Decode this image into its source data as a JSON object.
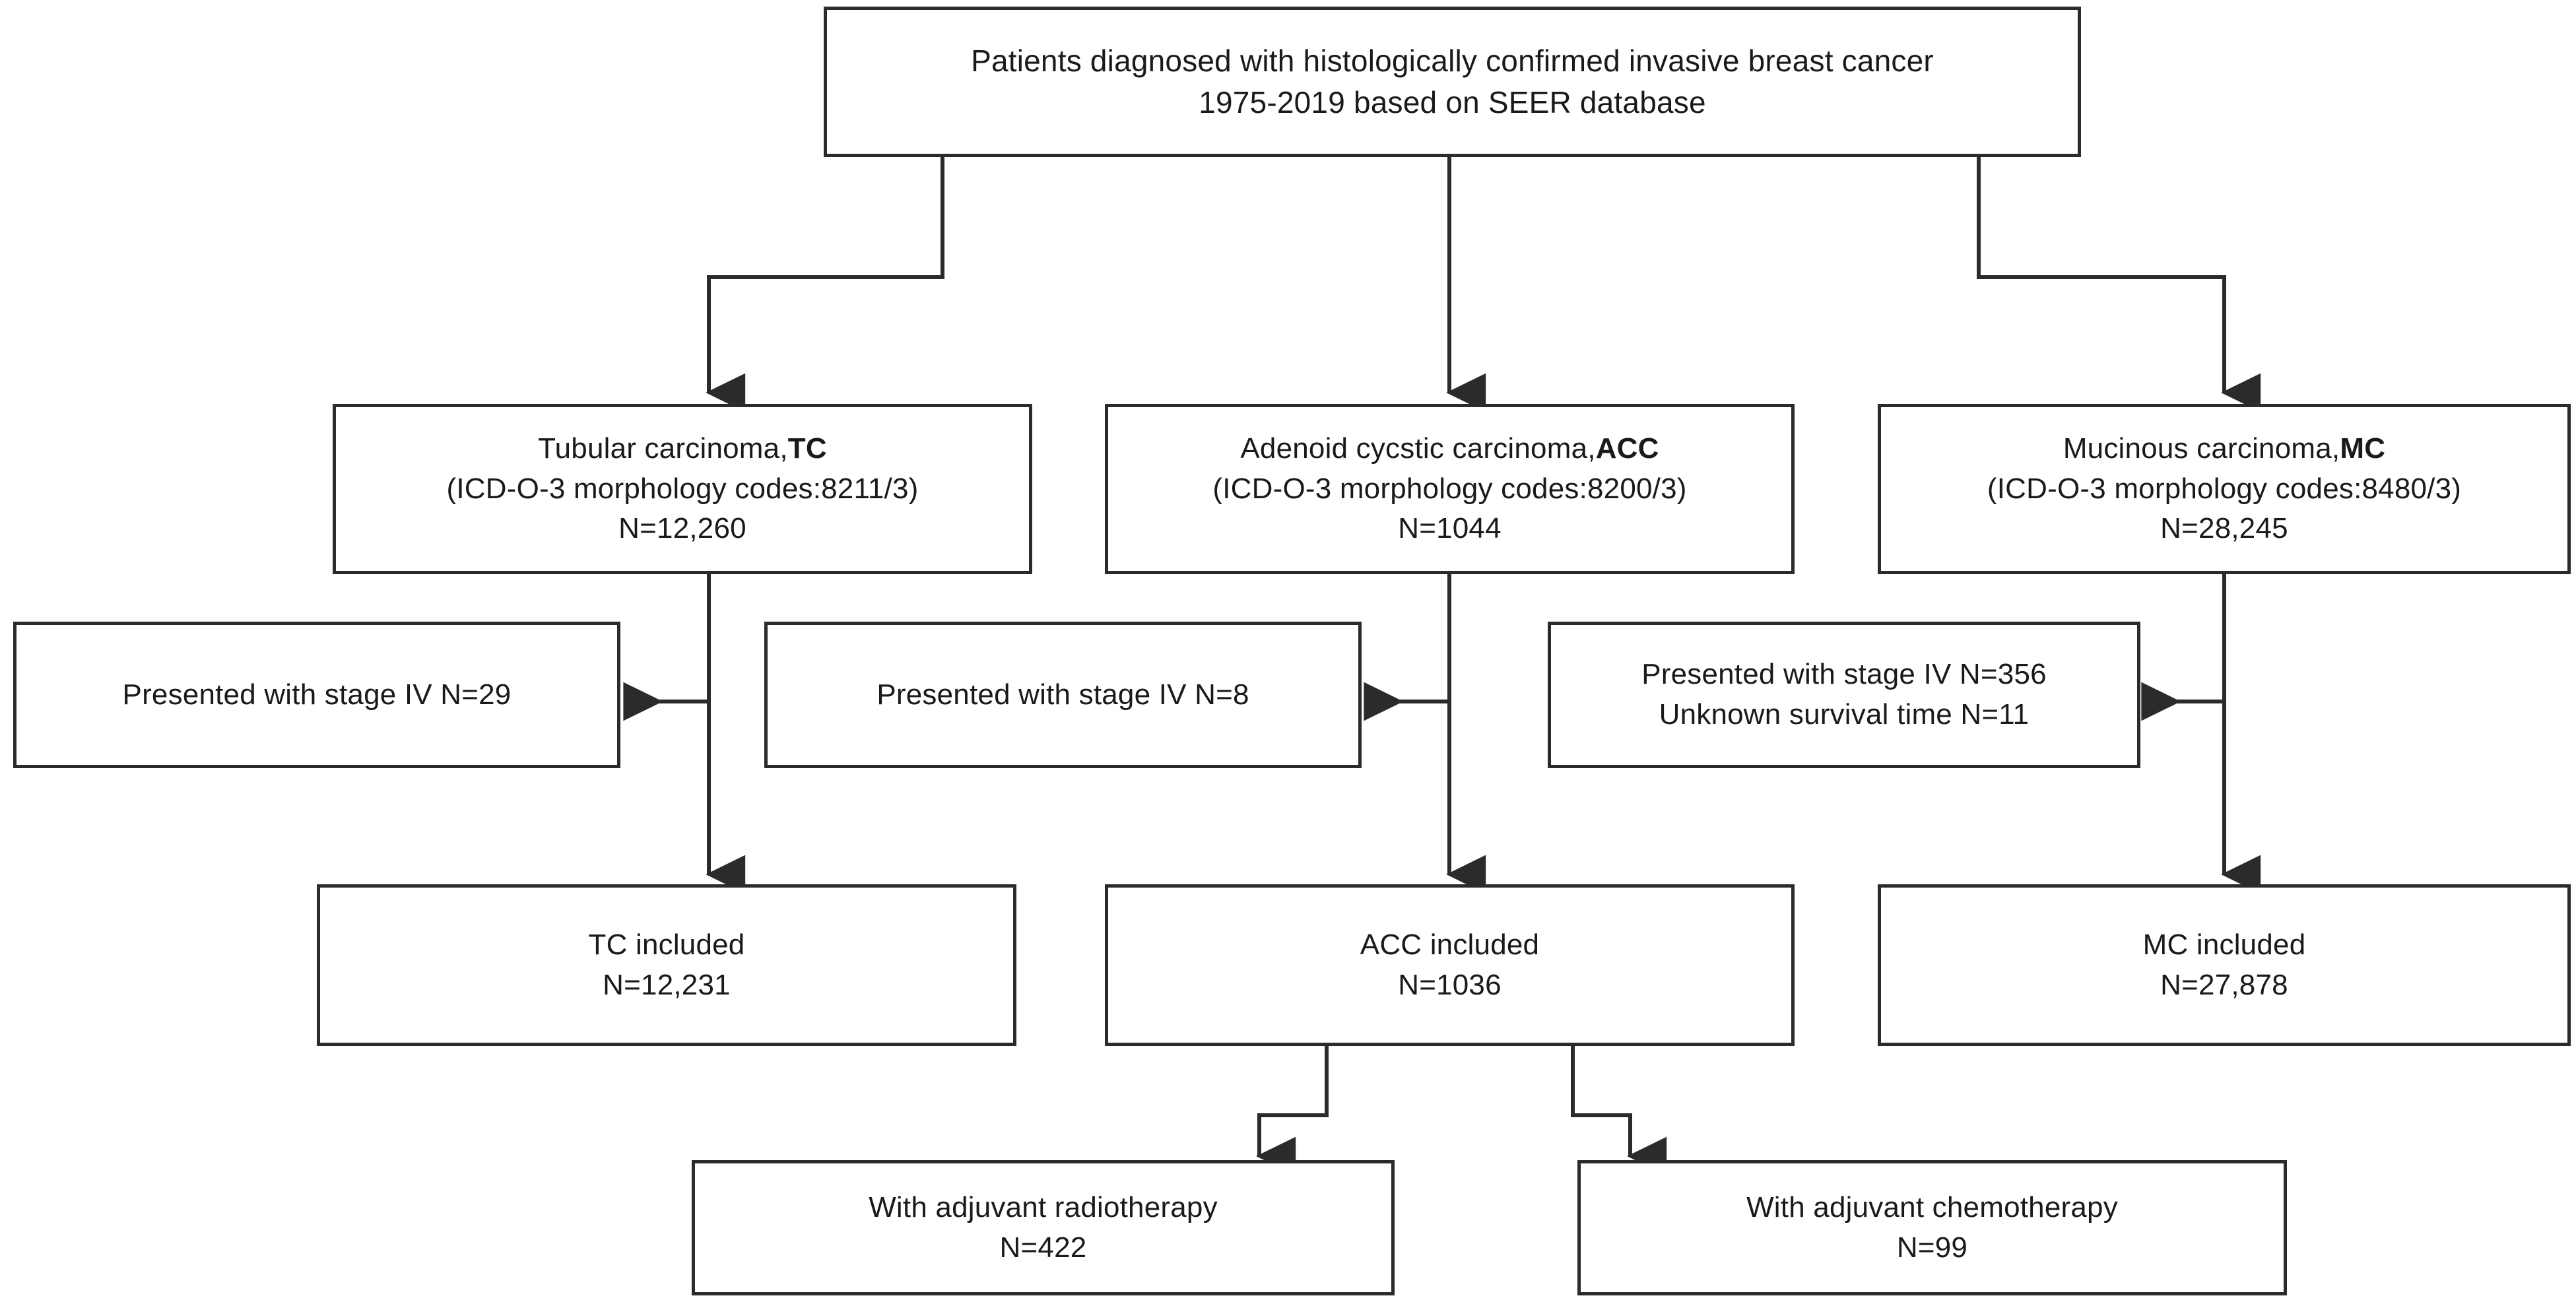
{
  "figure": {
    "type": "flowchart",
    "orientation": "top-down",
    "background_color": "#ffffff",
    "line_color": "#2b2b2b",
    "text_color": "#1a1a1a"
  },
  "nodes": {
    "source_cohort": {
      "id": "source-cohort",
      "line1": "Patients diagnosed with histologically confirmed invasive breast cancer",
      "line2": "1975-2019 based on SEER database"
    },
    "tc_group": {
      "id": "tubular-carcinoma-group",
      "name_plain": "Tubular carcinoma,",
      "abbrev": "TC",
      "codes": "(ICD-O-3 morphology codes:8211/3)",
      "count": "N=12,260"
    },
    "acc_group": {
      "id": "adenoid-cystic-carcinoma-group",
      "name_plain": "Adenoid cycstic carcinoma,",
      "abbrev": "ACC",
      "codes": "(ICD-O-3 morphology codes:8200/3)",
      "count": "N=1044"
    },
    "mc_group": {
      "id": "mucinous-carcinoma-group",
      "name_plain": "Mucinous carcinoma,",
      "abbrev": "MC",
      "codes": "(ICD-O-3 morphology codes:8480/3)",
      "count": "N=28,245"
    },
    "tc_excluded": {
      "id": "tc-exclusion",
      "line1": "Presented with stage IV N=29"
    },
    "acc_excluded": {
      "id": "acc-exclusion",
      "line1": "Presented with stage IV N=8"
    },
    "mc_excluded": {
      "id": "mc-exclusion",
      "line1": "Presented with stage IV N=356",
      "line2": "Unknown survival time N=11"
    },
    "tc_included": {
      "id": "tc-included",
      "label": "TC included",
      "count": "N=12,231"
    },
    "acc_included": {
      "id": "acc-included",
      "label": "ACC included",
      "count": "N=1036"
    },
    "mc_included": {
      "id": "mc-included",
      "label": "MC included",
      "count": "N=27,878"
    },
    "radiotherapy": {
      "id": "adjuvant-radiotherapy",
      "label": "With adjuvant radiotherapy",
      "count": "N=422"
    },
    "chemotherapy": {
      "id": "adjuvant-chemotherapy",
      "label": "With adjuvant chemotherapy",
      "count": "N=99"
    }
  },
  "chart_data": {
    "type": "flowchart",
    "title": "Patient selection flow diagram",
    "stages": [
      {
        "stage": "source",
        "label": "Patients diagnosed with histologically confirmed invasive breast cancer 1975-2019 based on SEER database",
        "n": null
      },
      {
        "stage": "histology-subgroups",
        "items": [
          {
            "label": "Tubular carcinoma, TC",
            "code": "8211/3",
            "n": 12260
          },
          {
            "label": "Adenoid cycstic carcinoma, ACC",
            "code": "8200/3",
            "n": 1044
          },
          {
            "label": "Mucinous carcinoma, MC",
            "code": "8480/3",
            "n": 28245
          }
        ]
      },
      {
        "stage": "exclusions",
        "items": [
          {
            "group": "TC",
            "reasons": [
              {
                "reason": "Presented with stage IV",
                "n": 29
              }
            ]
          },
          {
            "group": "ACC",
            "reasons": [
              {
                "reason": "Presented with stage IV",
                "n": 8
              }
            ]
          },
          {
            "group": "MC",
            "reasons": [
              {
                "reason": "Presented with stage IV",
                "n": 356
              },
              {
                "reason": "Unknown survival time",
                "n": 11
              }
            ]
          }
        ]
      },
      {
        "stage": "included",
        "items": [
          {
            "label": "TC included",
            "n": 12231
          },
          {
            "label": "ACC included",
            "n": 1036
          },
          {
            "label": "MC included",
            "n": 27878
          }
        ]
      },
      {
        "stage": "treatment-subsets",
        "parent": "ACC included",
        "items": [
          {
            "label": "With adjuvant radiotherapy",
            "n": 422
          },
          {
            "label": "With adjuvant chemotherapy",
            "n": 99
          }
        ]
      }
    ]
  }
}
